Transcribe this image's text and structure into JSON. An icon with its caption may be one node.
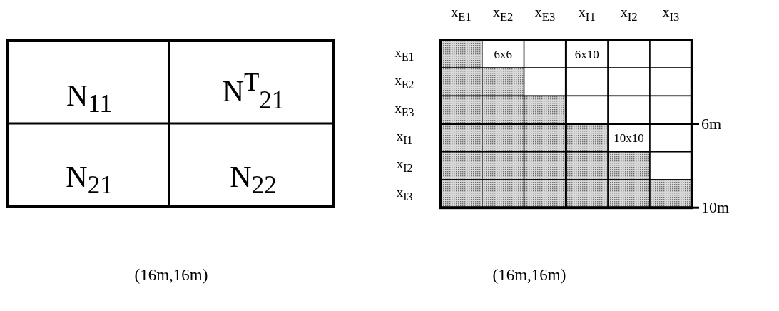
{
  "diagram": {
    "labels": [
      "x$_{E1}$",
      "x$_{E2}$",
      "x$_{E3}$",
      "x$_{I1}$",
      "x$_{I2}$",
      "x$_{I3}$",
      "N$_{11}$",
      "N$^{T}$$_{21}$",
      "x$_{E1}$",
      "6x6",
      "6x10",
      "x$_{E2}$",
      "x$_{E3}$",
      "6m",
      "N$_{21}$",
      "N$_{22}$",
      "x$_{I1}$",
      "10x10",
      "x$_{I2}$",
      "x$_{I3}$",
      "10m",
      "(16m,16m)",
      "(16m,16m)"
    ]
  }
}
